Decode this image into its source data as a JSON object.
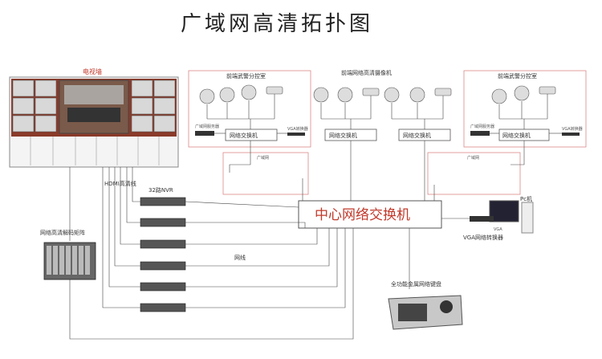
{
  "title": "广域网高清拓扑图",
  "video_wall": {
    "label": "电视墙"
  },
  "front_left": {
    "title": "前端武警分控室",
    "server_label": "广域网服务器",
    "switch_label": "网络交换机",
    "device_label": "VGA转换器"
  },
  "front_center": {
    "title": "前端网络高清摄像机",
    "switch_left": "网络交换机",
    "switch_right": "网络交换机"
  },
  "front_right": {
    "title": "前端武警分控室",
    "server_label": "广域网服务器",
    "switch_label": "网络交换机",
    "device_label": "VGA转换器"
  },
  "wan_left": "广域网",
  "wan_right": "广域网",
  "central_switch": "中心网络交换机",
  "nvr_label": "32路NVR",
  "hdmi_label": "HDMI高清线",
  "network_cable": "网线",
  "decoder_matrix": "网络高清解码矩阵",
  "pc": "Pc机",
  "vga_converter": "VGA网络转换器",
  "keyboard": "全功能金属网络键盘",
  "vga_small": "VGA"
}
